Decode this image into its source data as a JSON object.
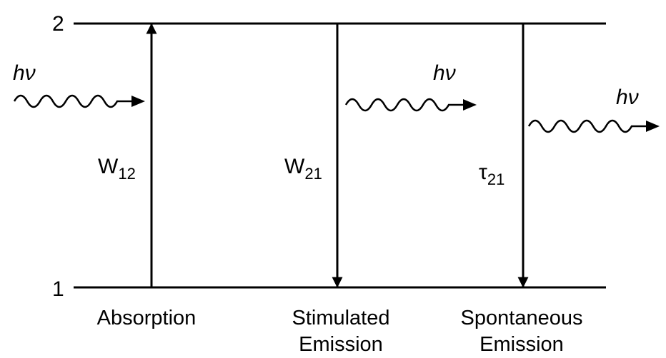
{
  "levels": {
    "upper": "2",
    "lower": "1"
  },
  "photon_label": {
    "h": "h",
    "nu": "ν"
  },
  "processes": [
    {
      "rate_symbol": "W",
      "rate_subscript": "12",
      "caption_line1": "Absorption",
      "caption_line2": ""
    },
    {
      "rate_symbol": "W",
      "rate_subscript": "21",
      "caption_line1": "Stimulated",
      "caption_line2": "Emission"
    },
    {
      "rate_symbol": "τ",
      "rate_subscript": "21",
      "caption_line1": "Spontaneous",
      "caption_line2": "Emission"
    }
  ],
  "colors": {
    "ink": "#000000",
    "background": "#ffffff"
  }
}
